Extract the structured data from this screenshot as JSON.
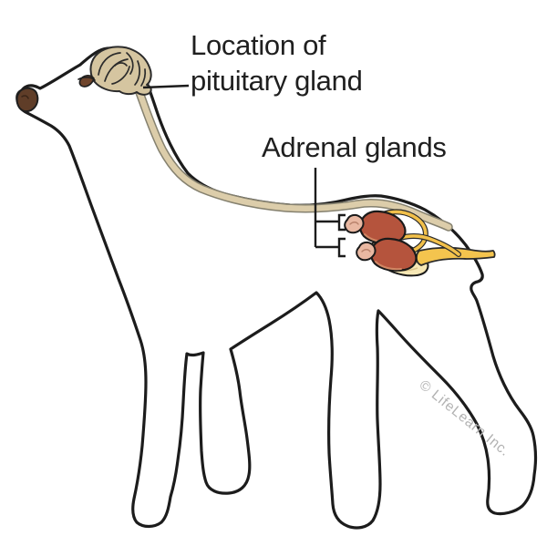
{
  "diagram": {
    "title": "Dog endocrine anatomy diagram",
    "labels": {
      "pituitary_line1": "Location of",
      "pituitary_line2": "pituitary gland",
      "adrenal": "Adrenal glands",
      "watermark": "© LifeLearn Inc."
    },
    "parts": {
      "brain": "brain",
      "spinal_cord": "spinal cord",
      "kidneys": "kidneys",
      "adrenal_glands": "adrenal glands",
      "ureters": "ureters",
      "bladder": "bladder",
      "urethra": "urethra",
      "eye": "eye",
      "nose": "nose"
    },
    "colors": {
      "outline": "#1c1c1c",
      "brain": "#d5c5a0",
      "spinal_cord": "#dccdaa",
      "spinal_cord_edge": "#85816f",
      "kidney": "#b5543d",
      "kidney_highlight": "#d08663",
      "adrenal_gland": "#e9b8a2",
      "ureter": "#f2c04a",
      "bladder": "#f7e8b6",
      "nose": "#5f3d28",
      "eye": "#6f452c",
      "label_text": "#1f1f1f",
      "watermark_text": "#b2b2b2"
    }
  }
}
